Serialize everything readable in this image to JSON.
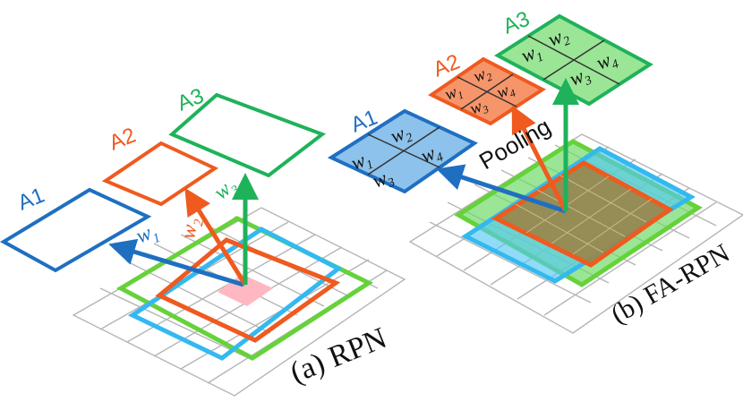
{
  "colors": {
    "blue": "#1f6fc1",
    "orange": "#ef5a1f",
    "green": "#1fb25a",
    "grid": "#b5b5b5",
    "cyan": "#33b9f0",
    "lime": "#66d23a",
    "pink": "#ffb8c2",
    "blue_fill": "#2e8fdb",
    "orange_fill": "#f47a45",
    "green_fill": "#6fda6a",
    "brown_fill": "#9a8447"
  },
  "rpn": {
    "caption": "(a) RPN",
    "anchors": [
      "A1",
      "A2",
      "A3"
    ],
    "weights": [
      {
        "base": "w",
        "sub": "1"
      },
      {
        "base": "w",
        "sub": "2"
      },
      {
        "base": "w",
        "sub": "3"
      }
    ]
  },
  "fa_rpn": {
    "caption": "(b) FA-RPN",
    "pooling_label": "Pooling",
    "anchors": [
      "A1",
      "A2",
      "A3"
    ],
    "cell_weights": [
      {
        "base": "w",
        "sub": "1"
      },
      {
        "base": "w",
        "sub": "2"
      },
      {
        "base": "w",
        "sub": "3"
      },
      {
        "base": "w",
        "sub": "4"
      }
    ]
  }
}
